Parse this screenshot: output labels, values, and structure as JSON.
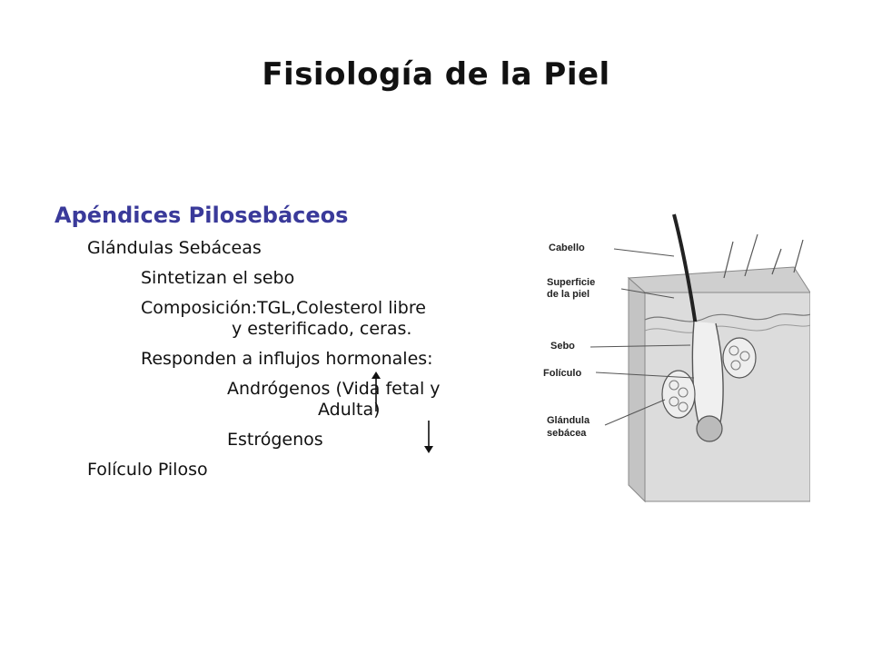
{
  "slide": {
    "title": "Fisiología de la Piel"
  },
  "content": {
    "heading": "Apéndices Pilosebáceos",
    "glandulas": "Glándulas Sebáceas",
    "sintetizan": "Sintetizan el sebo",
    "composicion_line1": "Composición:TGL,Colesterol libre",
    "composicion_line2": "y esterificado, ceras.",
    "responden": "Responden a influjos hormonales:",
    "androgenos_line1": "Andrógenos  (Vida fetal y",
    "androgenos_line2": "Adulta)",
    "estrogenos": "Estrógenos",
    "foliculo": "Folículo Piloso"
  },
  "diagram": {
    "labels": {
      "cabello": "Cabello",
      "superficie_1": "Superficie",
      "superficie_2": "de la piel",
      "sebo": "Sebo",
      "foliculo": "Folículo",
      "glandula_1": "Glándula",
      "glandula_2": "sebácea"
    },
    "arrows": {
      "androgenos": "up",
      "estrogenos": "down"
    }
  }
}
